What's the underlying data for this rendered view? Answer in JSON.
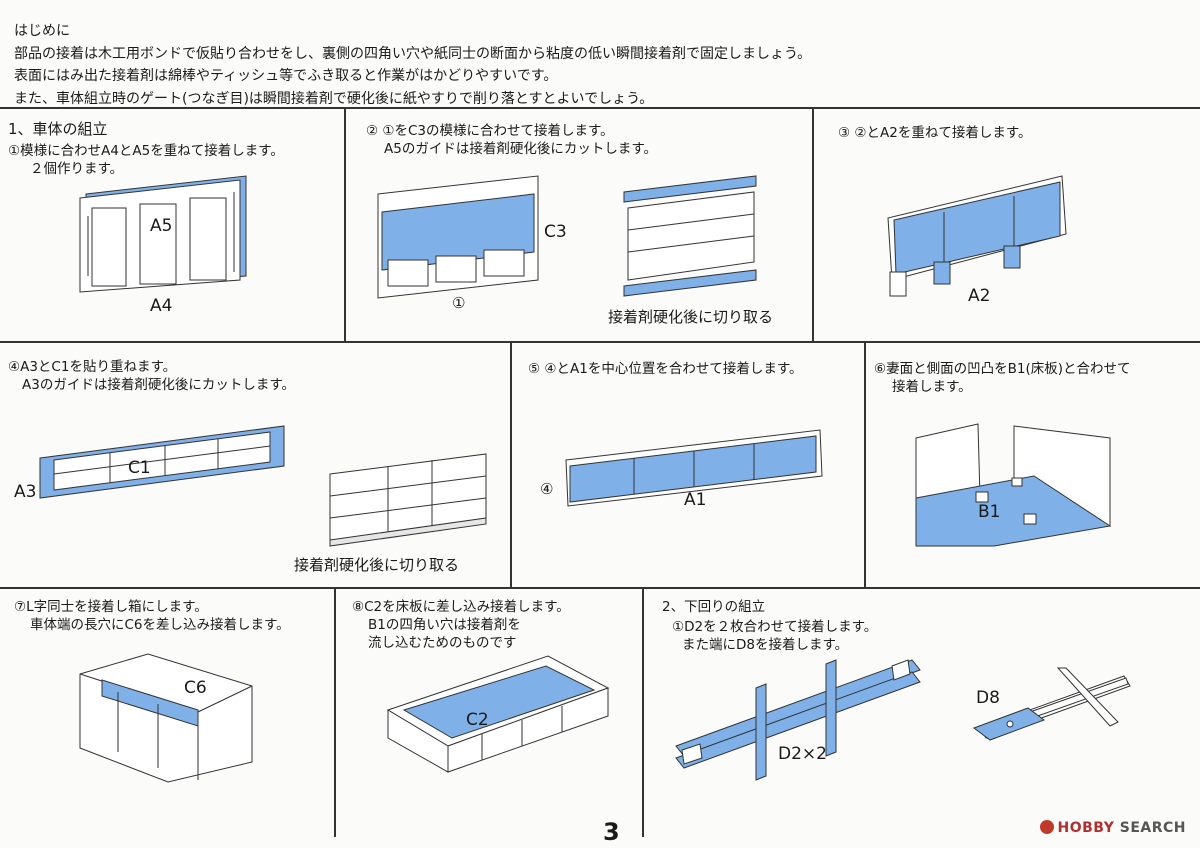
{
  "intro": {
    "heading": "はじめに",
    "line1": "部品の接着は木工用ボンドで仮貼り合わせをし、裏側の四角い穴や紙同士の断面から粘度の低い瞬間接着剤で固定しましょう。",
    "line2": "表面にはみ出た接着剤は綿棒やティッシュ等でふき取ると作業がはかどりやすいです。",
    "line3": "また、車体組立時のゲート(つなぎ目)は瞬間接着剤で硬化後に紙やすりで削り落とすとよいでしょう。"
  },
  "steps": {
    "s1": {
      "section": "1、車体の組立",
      "line1": "①模様に合わせA4とA5を重ねて接着します。",
      "line2": "２個作ります。",
      "label_a5": "A5",
      "label_a4": "A4"
    },
    "s2": {
      "line1": "② ①をC3の模様に合わせて接着します。",
      "line2": "A5のガイドは接着剤硬化後にカットします。",
      "label_c3": "C3",
      "label_circ1": "①",
      "cut_note": "接着剤硬化後に切り取る"
    },
    "s3": {
      "line1": "③ ②とA2を重ねて接着します。",
      "label_a2": "A2"
    },
    "s4": {
      "line1": "④A3とC1を貼り重ねます。",
      "line2": "A3のガイドは接着剤硬化後にカットします。",
      "label_a3": "A3",
      "label_c1": "C1",
      "cut_note": "接着剤硬化後に切り取る"
    },
    "s5": {
      "line1": "⑤ ④とA1を中心位置を合わせて接着します。",
      "label_circ4": "④",
      "label_a1": "A1"
    },
    "s6": {
      "line1": "⑥妻面と側面の凹凸をB1(床板)と合わせて",
      "line2": "接着します。",
      "label_b1": "B1"
    },
    "s7": {
      "line1": "⑦L字同士を接着し箱にします。",
      "line2": "車体端の長穴にC6を差し込み接着します。",
      "label_c6": "C6"
    },
    "s8": {
      "line1": "⑧C2を床板に差し込み接着します。",
      "line2": "B1の四角い穴は接着剤を",
      "line3": "流し込むためのものです",
      "label_c2": "C2"
    },
    "s9": {
      "section": "2、下回りの組立",
      "line1": "①D2を２枚合わせて接着します。",
      "line2": "また端にD8を接着します。",
      "label_d2": "D2×2",
      "label_d8": "D8"
    }
  },
  "page_number": "3",
  "logo": {
    "prefix": "HOBBY",
    "suffix": "SEARCH"
  },
  "colors": {
    "part_blue": "#7fb1e8",
    "line": "#333333"
  }
}
